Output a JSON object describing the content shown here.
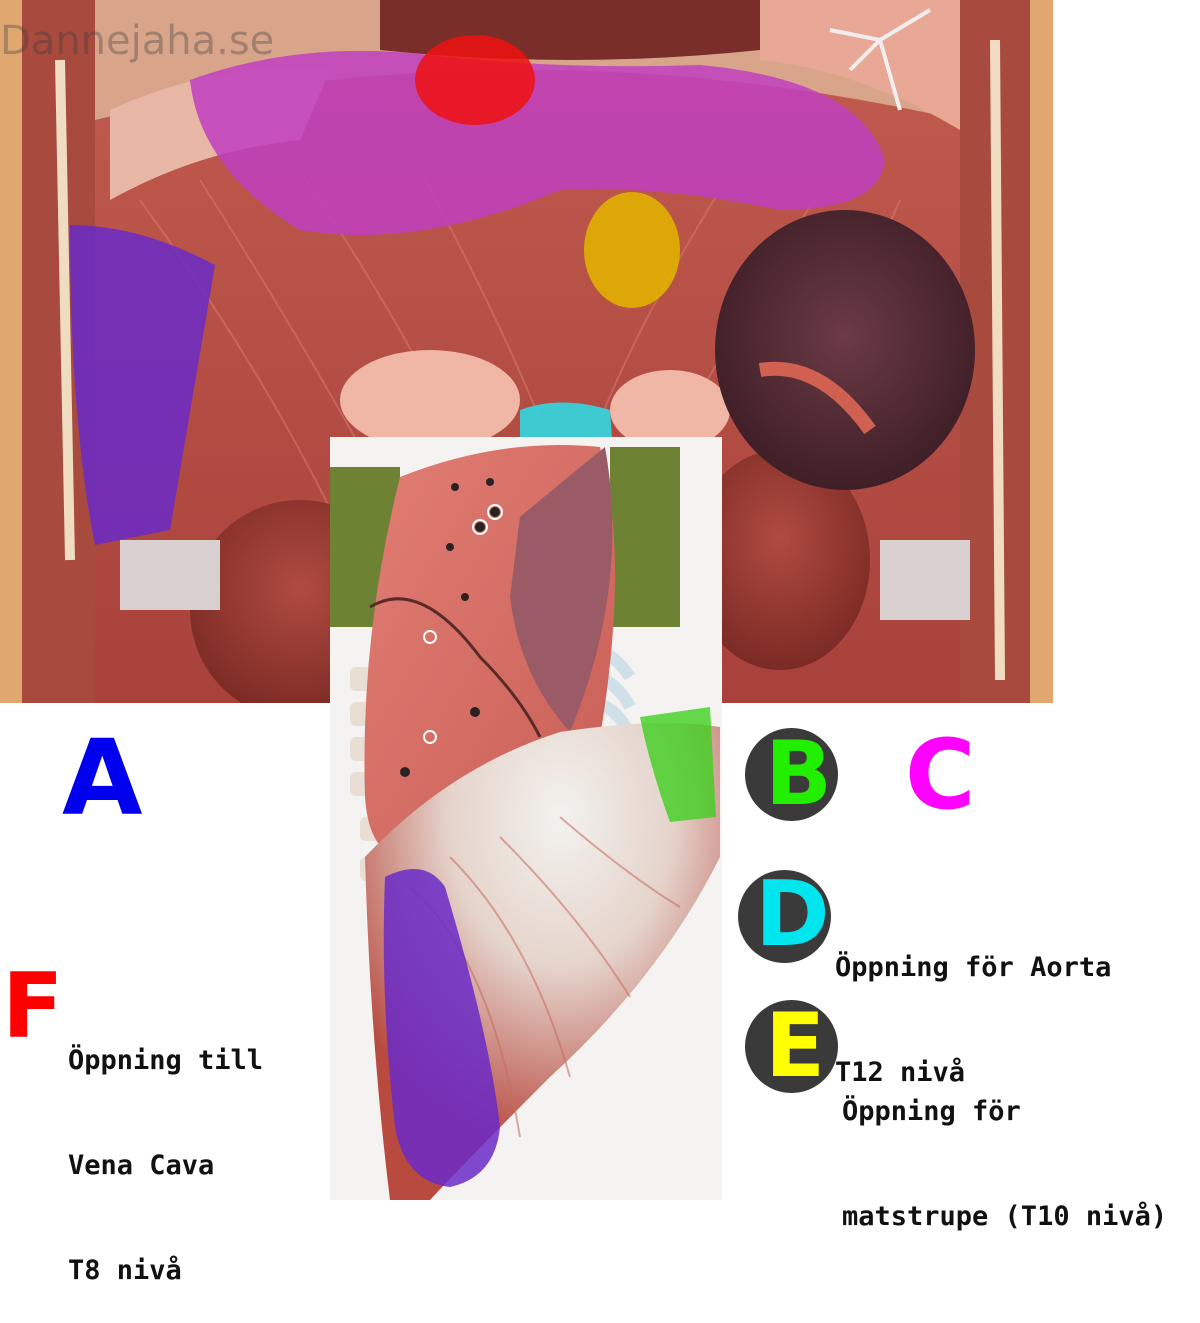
{
  "watermark": "Dannejaha.se",
  "labels": {
    "A": {
      "text": "A",
      "color": "#0000ee"
    },
    "B": {
      "text": "B",
      "color": "#22ee00"
    },
    "C": {
      "text": "C",
      "color": "#ff00ff"
    },
    "D": {
      "text": "D",
      "color": "#00e5ee"
    },
    "E": {
      "text": "E",
      "color": "#ffff00"
    },
    "F": {
      "text": "F",
      "color": "#ff0000"
    }
  },
  "captions": {
    "D": {
      "line1": "Öppning för Aorta",
      "line2": "T12 nivå"
    },
    "E": {
      "line1": "Öppning för",
      "line2": "matstrupe (T10 nivå)"
    },
    "F": {
      "line1": "Öppning till",
      "line2": "Vena Cava",
      "line3": "T8 nivå"
    }
  },
  "highlight_colors": {
    "central_tendon": "#c040c0",
    "vena_cava": "#ee1010",
    "esophagus": "#e0b000",
    "costal_part": "#6a2ac8",
    "aortic": "#30d8e0",
    "lumbar_part": "#40d020"
  }
}
